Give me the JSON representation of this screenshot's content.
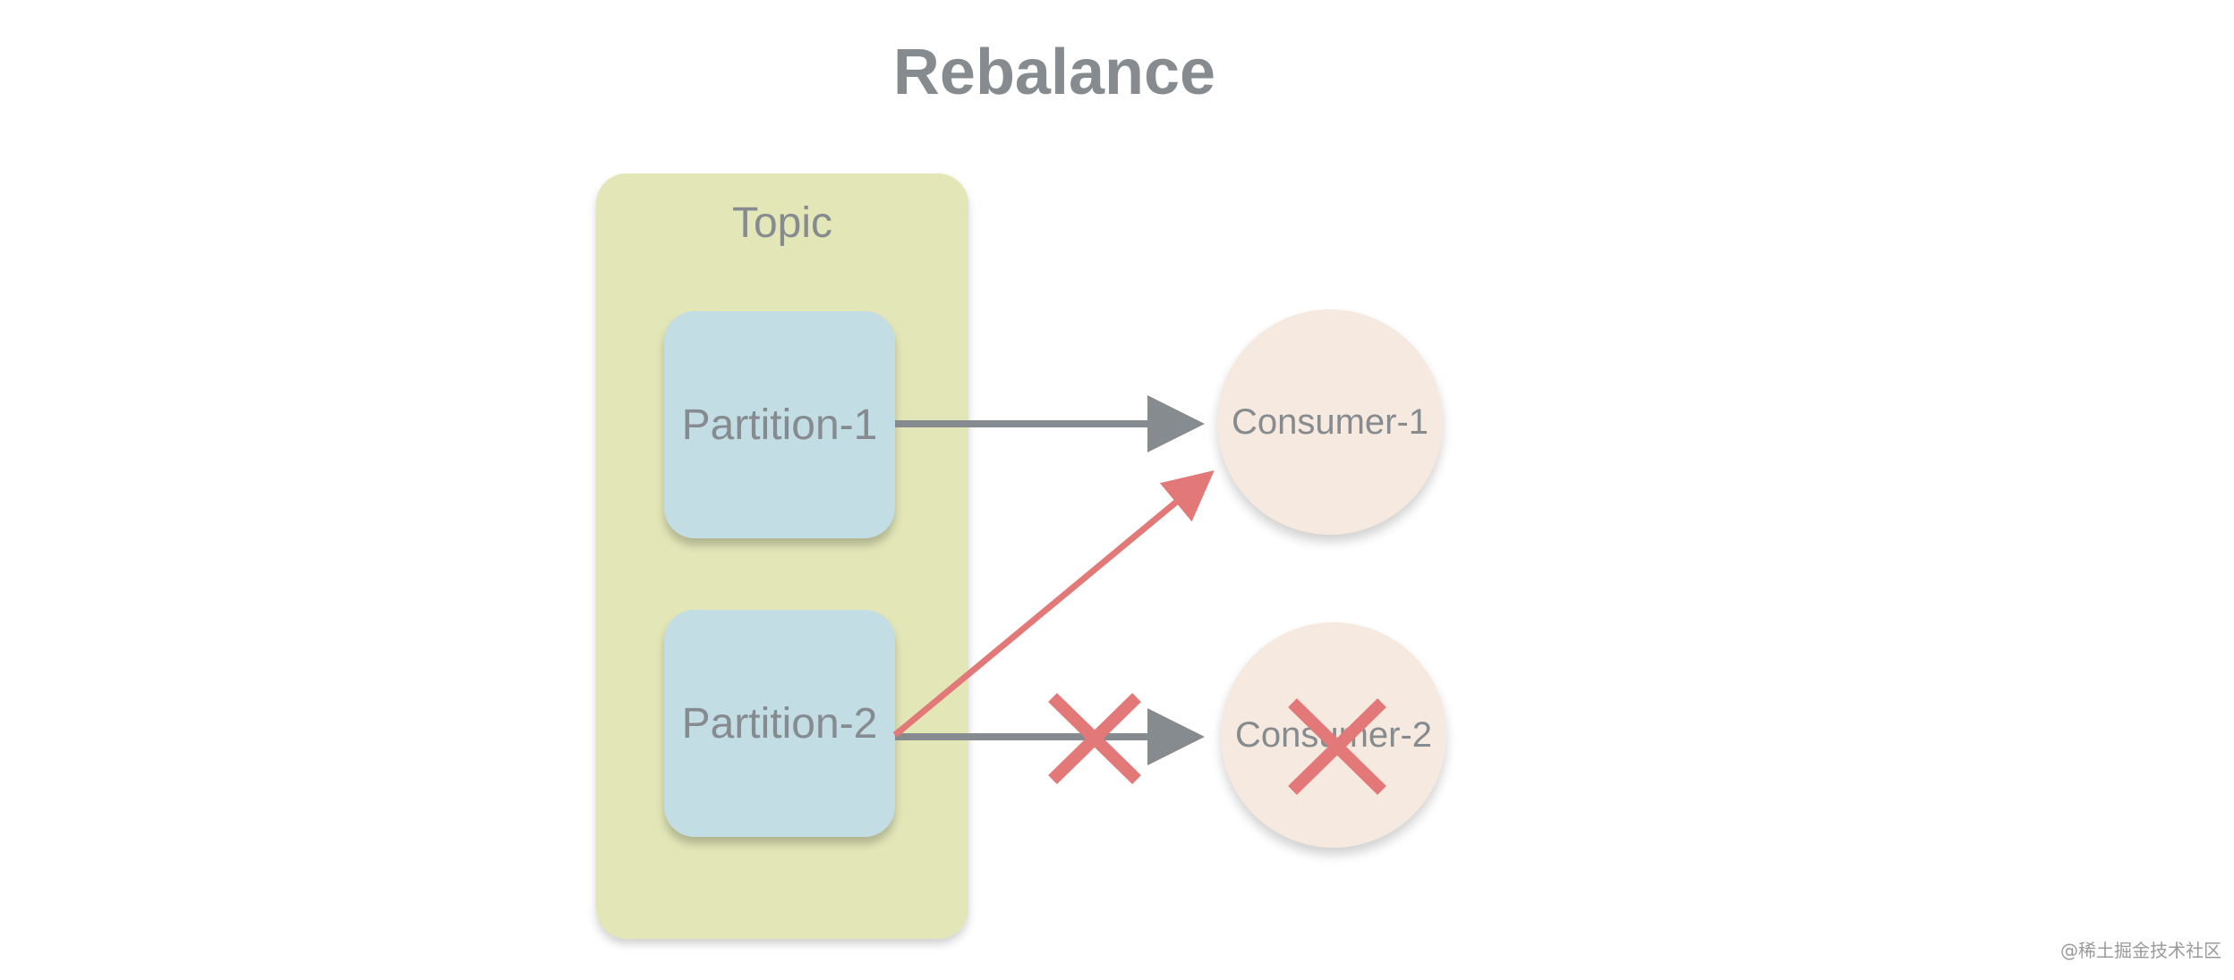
{
  "title": "Rebalance",
  "topic": {
    "label": "Topic"
  },
  "partitions": [
    {
      "label": "Partition-1"
    },
    {
      "label": "Partition-2"
    }
  ],
  "consumers": [
    {
      "label": "Consumer-1"
    },
    {
      "label": "Consumer-2"
    }
  ],
  "colors": {
    "text": "#868b8f",
    "topic_fill": "#e3e7b8",
    "partition_fill": "#c3dde5",
    "consumer_fill": "#f6e9df",
    "arrow_gray": "#858b8f",
    "arrow_red": "#e27877"
  },
  "icons": [
    "cross-mark-icon"
  ],
  "watermark": "@稀土掘金技术社区"
}
